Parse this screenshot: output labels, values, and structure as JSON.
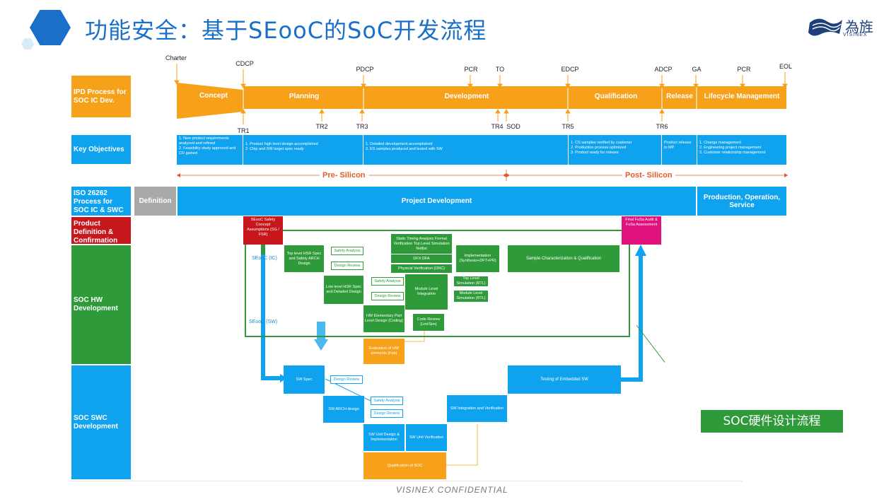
{
  "title": "功能安全：基于SEooC的SoC开发流程",
  "logo": {
    "mark": "為旌",
    "sub": "VISINEX"
  },
  "footer": "VISINEX  CONFIDENTIAL",
  "callout": "SOC硬件设计流程",
  "rows": {
    "ipd": "IPD Process for SOC IC Dev.",
    "key_objectives": "Key Objectives",
    "iso": "ISO 26262 Process for SOC IC & SWC Dev.",
    "product_def": "Product Definition & Confirmation",
    "hw": "SOC HW Development",
    "swc": "SOC SWC Development"
  },
  "phases": {
    "concept": "Concept",
    "planning": "Planning",
    "development": "Development",
    "qualification": "Qualification",
    "release": "Release",
    "lifecycle": "Lifecycle Management"
  },
  "milestones_top": {
    "charter": "Charter",
    "cdcp": "CDCP",
    "pdcp": "PDCP",
    "pcr1": "PCR",
    "to": "TO",
    "edcp": "EDCP",
    "adcp": "ADCP",
    "ga": "GA",
    "pcr2": "PCR",
    "eol": "EOL"
  },
  "milestones_bottom": {
    "tr1": "TR1",
    "tr2": "TR2",
    "tr3": "TR3",
    "tr4": "TR4",
    "sod": "SOD",
    "tr5": "TR5",
    "tr6": "TR6"
  },
  "objectives": {
    "concept": "1. New product requirements analyzed and refined\n2. Feasibility study approved and CR gained",
    "planning": "1. Product high level design accomplished\n2. Chip and SW target spec ready",
    "development": "1. Detailed development accomplished\n2. ES samples produced and tested with SW",
    "qualification": "1. CS samples verified by customer\n2. Production process optimized\n3. Product ready for release",
    "release": "Product release to MP",
    "lifecycle": "1. Change management\n2. Engineering project management\n3. Customer relationship management"
  },
  "silicon": {
    "pre": "Pre- Silicon",
    "post": "Post- Silicon"
  },
  "iso_stages": {
    "definition": "Definition",
    "project_dev": "Project Development",
    "production": "Production, Operation, Service"
  },
  "hw_boxes": {
    "seooc_safety": "SEooC Safety Concept Assumptions (SG / FSR)",
    "top_level": "Top level HSR Spec and Safety ARCH Design",
    "safety_analysis_1": "Safety Analysis",
    "design_review_1": "Design Review",
    "static_timing": "Static Timing Analysis Formal Verification Top Level Simulation Netlist",
    "dfx_dfa": "DFX DFA",
    "physical_verif": "Physical Verification (DRC)",
    "implementation": "Implementation (Synthesis+DFT+PR)",
    "low_level": "Low level HSR Spec and Detailed Design",
    "safety_analysis_2": "Safety Analysis",
    "design_review_2": "Design Review",
    "module_integration": "Module Level Integration",
    "top_level_sim": "Top Level Simulation (RTL)",
    "module_sim": "Module Level Simulation (RTL)",
    "hw_elementary": "HW Elementary Part Level Design (Coding)",
    "code_review": "Code Review (Lint/Sim)",
    "sample_char": "Sample Characterization & Qualification",
    "final_fusa": "Final FuSa Audit & FuSa Assessment",
    "eval_hw": "Evaluation of HW elements (Fab)",
    "seooc_ic": "SEooC (IC)",
    "seooc_sw": "SEooC (SW)"
  },
  "sw_boxes": {
    "sw_spec": "SW Spec",
    "design_review_3": "Design Review",
    "sw_arch": "SW ARCH design",
    "safety_analysis_3": "Safety Analysis",
    "design_review_4": "Design Review",
    "sw_unit_design": "SW Unit Design & Implementation",
    "sw_unit_verif": "SW Unit Verification",
    "sw_integration": "SW Integration and Verification",
    "testing_embedded": "Testing of Embedded SW",
    "qualification_soc": "Qualification of SOC"
  },
  "colors": {
    "title_blue": "#1a6fc9",
    "orange": "#f7a11a",
    "blue": "#0fa2ee",
    "green": "#2e9a3a",
    "red": "#c8161d",
    "magenta": "#e0127d"
  }
}
